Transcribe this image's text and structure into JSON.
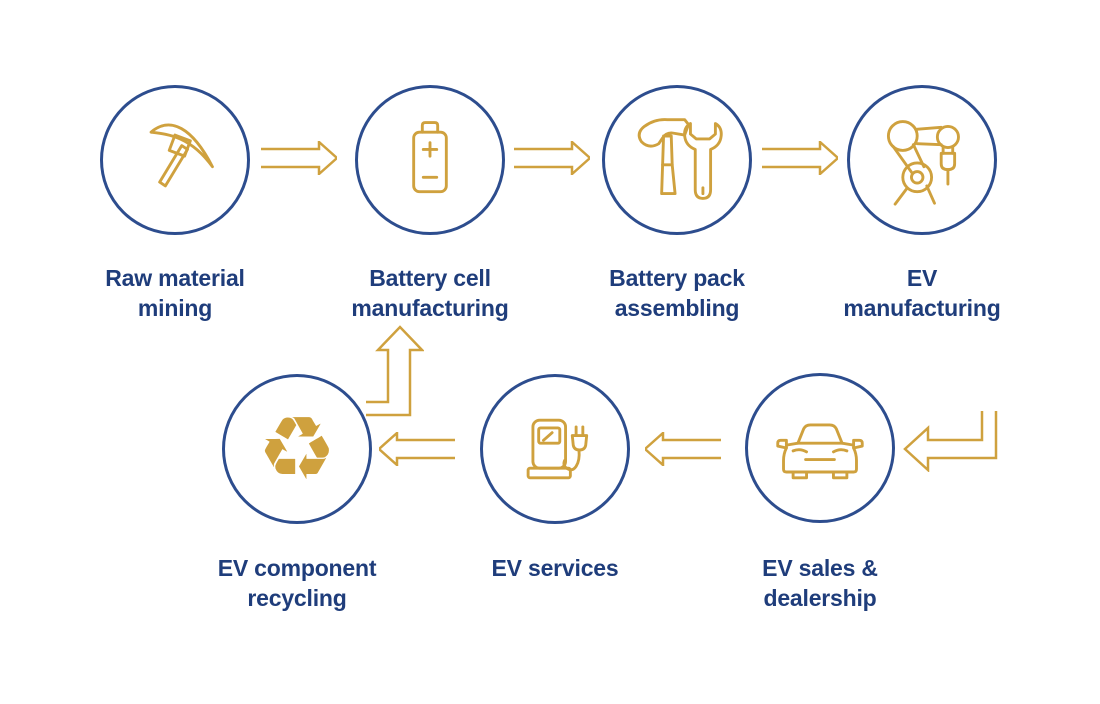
{
  "diagram": {
    "type": "ev-lifecycle-flow",
    "colors": {
      "accent_gold": "#cfa13e",
      "label_navy": "#1f3d7b",
      "circle_border_navy": "#2d4d8e",
      "background": "#ffffff"
    },
    "nodes": [
      {
        "id": "raw-material-mining",
        "icon": "pickaxe-icon",
        "label": "Raw material mining",
        "lines": [
          "Raw material",
          "mining"
        ]
      },
      {
        "id": "battery-cell-manufacturing",
        "icon": "battery-icon",
        "label": "Battery cell manufacturing",
        "lines": [
          "Battery cell",
          "manufacturing"
        ]
      },
      {
        "id": "battery-pack-assembling",
        "icon": "hammer-wrench-icon",
        "label": "Battery pack assembling",
        "lines": [
          "Battery pack",
          "assembling"
        ]
      },
      {
        "id": "ev-manufacturing",
        "icon": "robot-arm-icon",
        "label": "EV manufacturing",
        "lines": [
          "EV",
          "manufacturing"
        ]
      },
      {
        "id": "ev-component-recycling",
        "icon": "recycling-icon",
        "label": "EV component recycling",
        "lines": [
          "EV component",
          "recycling"
        ]
      },
      {
        "id": "ev-services",
        "icon": "ev-charger-icon",
        "label": "EV services",
        "lines": [
          "EV services"
        ]
      },
      {
        "id": "ev-sales-dealership",
        "icon": "car-icon",
        "label": "EV sales & dealership",
        "lines": [
          "EV sales &",
          "dealership"
        ]
      }
    ],
    "flows": [
      {
        "from": "raw-material-mining",
        "to": "battery-cell-manufacturing",
        "direction": "right"
      },
      {
        "from": "battery-cell-manufacturing",
        "to": "battery-pack-assembling",
        "direction": "right"
      },
      {
        "from": "battery-pack-assembling",
        "to": "ev-manufacturing",
        "direction": "right"
      },
      {
        "from": "ev-manufacturing",
        "to": "ev-sales-dealership",
        "direction": "down-then-left"
      },
      {
        "from": "ev-sales-dealership",
        "to": "ev-services",
        "direction": "left"
      },
      {
        "from": "ev-services",
        "to": "ev-component-recycling",
        "direction": "left"
      },
      {
        "from": "ev-component-recycling",
        "to": "battery-cell-manufacturing",
        "direction": "right-then-up"
      }
    ],
    "glyphs": {
      "recycle": "♻"
    }
  }
}
